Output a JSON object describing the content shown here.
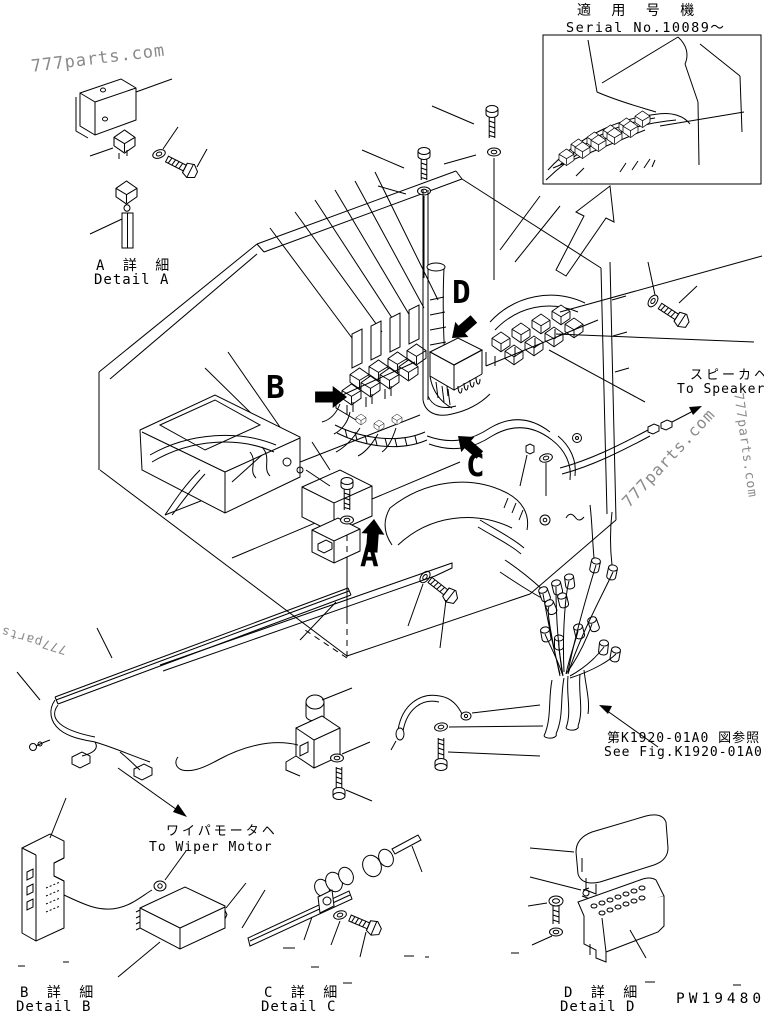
{
  "doc": {
    "serial_label_jp": "適 用 号 機",
    "serial_no": "Serial No.10089～",
    "drawing_no": "PW19480",
    "watermark": "777parts.com"
  },
  "callouts": {
    "a": "A",
    "b": "B",
    "c": "C",
    "d": "D"
  },
  "annotations": {
    "to_speaker_jp": "スピーカヘ",
    "to_speaker_en": "To Speaker",
    "to_wiper_motor_jp": "ワイパモータヘ",
    "to_wiper_motor_en": "To Wiper Motor",
    "see_fig_jp": "第K1920-01A0 図参照",
    "see_fig_en": "See Fig.K1920-01A0"
  },
  "details": {
    "a": {
      "jp": "A 詳 細",
      "en": "Detail A"
    },
    "b": {
      "jp": "B 詳 細",
      "en": "Detail B"
    },
    "c": {
      "jp": "C 詳 細",
      "en": "Detail C"
    },
    "d": {
      "jp": "D 詳 細",
      "en": "Detail D"
    }
  },
  "icons": {
    "callout_arrow_a": "solid-arrow-up",
    "callout_arrow_b": "solid-arrow-right",
    "callout_arrow_c": "solid-arrow-up-left",
    "callout_arrow_d": "solid-arrow-down-left",
    "speaker_arrow": "line-arrow-up-right",
    "wiper_arrow": "line-arrow-down-right",
    "see_fig_arrow": "line-arrow-up-left"
  },
  "colors": {
    "line": "#000000",
    "background": "#ffffff",
    "watermark": "#8a8a8a"
  }
}
